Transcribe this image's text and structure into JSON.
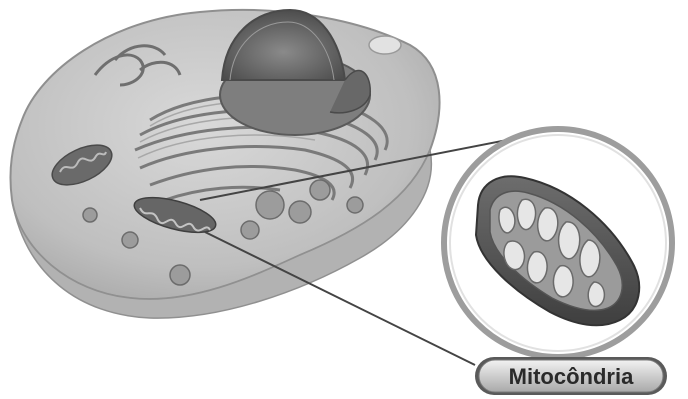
{
  "figure": {
    "callout_label": "Mitocôndria",
    "colors": {
      "background": "#ffffff",
      "cell_outline": "#9a9a9a",
      "cytoplasm": "#c9c9c9",
      "nucleus": "#6e6e6e",
      "organelle_dark": "#5a5a5a",
      "lens_ring": "#bdbdbd",
      "label_fill": "#d2d2d2",
      "label_text": "#2a2a2a",
      "leader_line": "#444444"
    },
    "icons": [
      "animal-cell-illustration",
      "mitochondrion-illustration",
      "magnifier-lens"
    ]
  }
}
